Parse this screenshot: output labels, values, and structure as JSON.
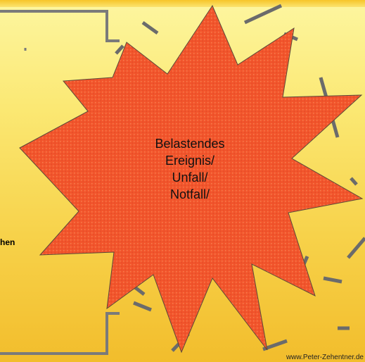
{
  "burst": {
    "lines": [
      "Belastendes",
      "Ereignis/",
      "Unfall/",
      "Notfall/"
    ],
    "fill": "#f2552c",
    "stroke": "#5b4a3a"
  },
  "side_label": "hen",
  "footer": "www.Peter-Zehentner.de",
  "colors": {
    "background_top": "#fdf6a0",
    "background_bottom": "#f2bd2c",
    "dash": "#6b6b6b"
  }
}
